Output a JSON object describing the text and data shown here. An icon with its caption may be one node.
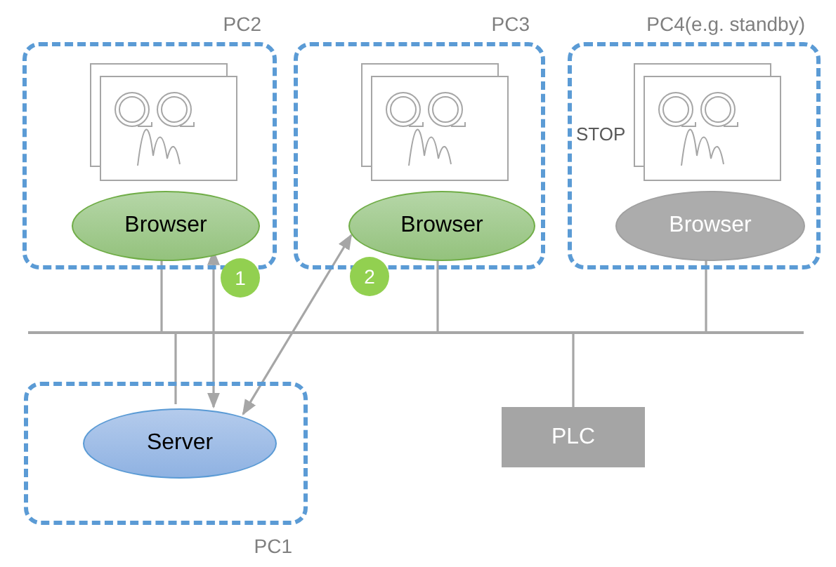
{
  "diagram": {
    "nodes": [
      {
        "text": [
          "PC2"
        ]
      },
      {
        "text": [
          "Browser"
        ],
        "in": 0
      },
      {
        "text": [
          "PC3"
        ]
      },
      {
        "text": [
          "Browser"
        ],
        "in": 2
      },
      {
        "text": [
          "PC4(e.g. standby)"
        ]
      },
      {
        "text": [
          "Browser"
        ],
        "in": 4
      },
      {
        "text": [],
        "shape": "bar"
      },
      {
        "text": [
          "PC1"
        ]
      },
      {
        "text": [
          "Server"
        ],
        "in": 7
      },
      {
        "text": [
          "PLC"
        ]
      },
      {
        "text": [
          "1"
        ]
      },
      {
        "text": [
          "2"
        ]
      }
    ],
    "edges": [
      {
        "from": 1,
        "to": 6,
        "arrow": "none"
      },
      {
        "from": 3,
        "to": 6,
        "arrow": "none"
      },
      {
        "from": 5,
        "to": 6,
        "arrow": "none"
      },
      {
        "from": 8,
        "to": 6,
        "arrow": "none"
      },
      {
        "from": 9,
        "to": 6,
        "arrow": "none"
      },
      {
        "from": 8,
        "to": 1,
        "arrow": "both"
      },
      {
        "from": 8,
        "to": 3,
        "arrow": "both"
      }
    ],
    "labels": [
      "STOP"
    ]
  }
}
